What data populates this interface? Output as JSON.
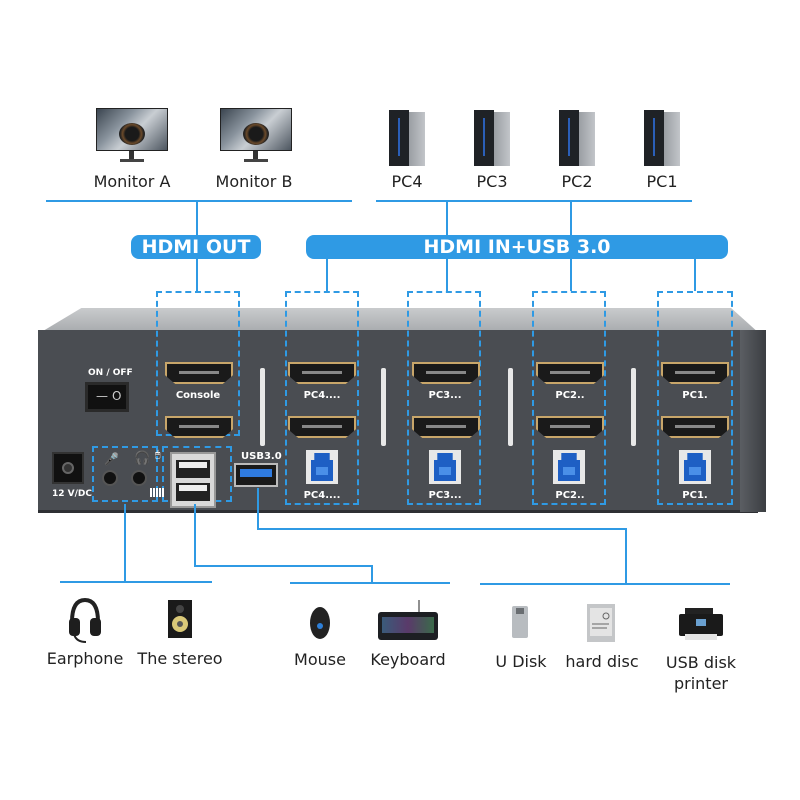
{
  "top": {
    "outputs": [
      {
        "label": "Monitor A",
        "icon": "monitor-icon"
      },
      {
        "label": "Monitor B",
        "icon": "monitor-icon"
      }
    ],
    "inputs": [
      {
        "label": "PC4",
        "icon": "pc-tower-icon"
      },
      {
        "label": "PC3",
        "icon": "pc-tower-icon"
      },
      {
        "label": "PC2",
        "icon": "pc-tower-icon"
      },
      {
        "label": "PC1",
        "icon": "pc-tower-icon"
      }
    ]
  },
  "banners": {
    "hdmi_out": "HDMI OUT",
    "hdmi_in_usb": "HDMI IN+USB 3.0"
  },
  "device": {
    "power_switch_label": "ON / OFF",
    "switch_symbols": [
      "—",
      "O"
    ],
    "dc_label": "12 V/DC",
    "console_label": "Console",
    "usb3_label": "USB3.0",
    "pc_ports": [
      {
        "hdmi_label": "PC4....",
        "usb_label": "PC4...."
      },
      {
        "hdmi_label": "PC3...",
        "usb_label": "PC3..."
      },
      {
        "hdmi_label": "PC2..",
        "usb_label": "PC2.."
      },
      {
        "hdmi_label": "PC1.",
        "usb_label": "PC1."
      }
    ],
    "audio_icons": [
      "microphone-icon",
      "headphone-icon"
    ],
    "mouse_port_icon": "mouse-icon",
    "keyboard_port_icon": "keyboard-icon"
  },
  "bottom": {
    "audio": [
      {
        "label": "Earphone",
        "icon": "headset-icon"
      },
      {
        "label": "The stereo",
        "icon": "speaker-icon"
      }
    ],
    "hid": [
      {
        "label": "Mouse",
        "icon": "mouse-icon"
      },
      {
        "label": "Keyboard",
        "icon": "keyboard-icon"
      }
    ],
    "storage": [
      {
        "label": "U Disk",
        "icon": "usb-flash-drive-icon"
      },
      {
        "label": "hard disc",
        "icon": "hard-disk-icon"
      },
      {
        "label": "USB disk\nprinter",
        "label_line1": "USB disk",
        "label_line2": "printer",
        "icon": "printer-icon"
      }
    ]
  },
  "colors": {
    "accent_blue": "#2f9ae4",
    "device_body": "#4a4d52",
    "hdmi_gold": "#c8a66a",
    "usb_blue": "#1e5fc4"
  }
}
